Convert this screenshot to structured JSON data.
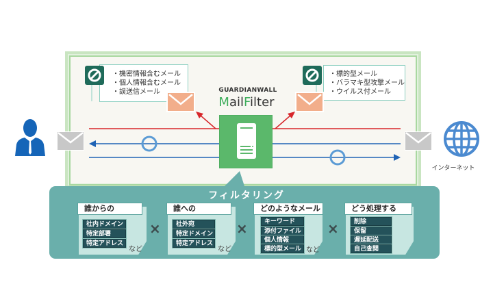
{
  "product": {
    "brand": "GUARDIANWALL",
    "name_parts": [
      "M",
      "ail",
      "F",
      "ilter"
    ]
  },
  "left_callout": {
    "icon": "block-icon",
    "items": [
      "・機密情報含むメール",
      "・個人情報含むメール",
      "・誤送信メール"
    ]
  },
  "right_callout": {
    "icon": "block-icon",
    "items": [
      "・標的型メール",
      "・バラマキ型攻撃メール",
      "・ウイルス付メール"
    ]
  },
  "endpoints": {
    "user_icon": "user-icon",
    "internet_icon": "globe-icon",
    "internet_label": "インターネット"
  },
  "filtering": {
    "title": "フィルタリング",
    "operator": "×",
    "cards": [
      {
        "heading": "誰からの",
        "tags": [
          "社内ドメイン",
          "特定部署",
          "特定アドレス"
        ],
        "suffix": "など"
      },
      {
        "heading": "誰への",
        "tags": [
          "社外宛",
          "特定ドメイン",
          "特定アドレス"
        ],
        "suffix": "など"
      },
      {
        "heading": "どのようなメール",
        "tags": [
          "キーワード",
          "添付ファイル",
          "個人情報",
          "標的型メール"
        ],
        "suffix": "など"
      },
      {
        "heading": "どう処理する",
        "tags": [
          "削除",
          "保留",
          "遅延配送",
          "自己査閲"
        ],
        "suffix": ""
      }
    ]
  },
  "colors": {
    "frame_green": "#a9d8a0",
    "server_green": "#5bb86b",
    "panel_teal": "#6aafab",
    "tag_dark": "#24525a",
    "flow_blue": "#1f63b5",
    "flow_red": "#d7262b",
    "envelope_orange": "#f2ae8b",
    "envelope_gray": "#c8c8c8"
  }
}
